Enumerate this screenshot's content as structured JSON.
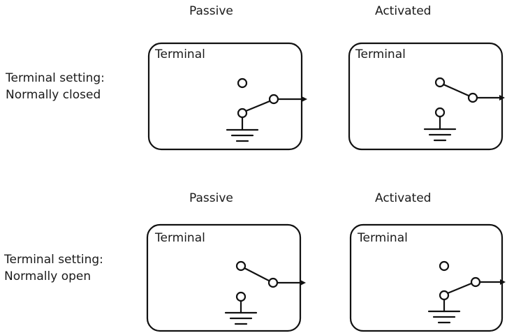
{
  "rows": [
    {
      "label_line1": "Terminal setting:",
      "label_line2": "Normally closed",
      "columns": [
        {
          "heading": "Passive",
          "box_title": "Terminal",
          "switch": "to-ground"
        },
        {
          "heading": "Activated",
          "box_title": "Terminal",
          "switch": "to-open-contact"
        }
      ]
    },
    {
      "label_line1": "Terminal setting:",
      "label_line2": "Normally open",
      "columns": [
        {
          "heading": "Passive",
          "box_title": "Terminal",
          "switch": "to-open-contact"
        },
        {
          "heading": "Activated",
          "box_title": "Terminal",
          "switch": "to-ground"
        }
      ]
    }
  ],
  "colors": {
    "stroke": "#111111",
    "text": "#1a1a1a"
  },
  "icons": [
    "contact-terminal-icon",
    "ground-symbol-icon",
    "output-arrow-icon"
  ]
}
